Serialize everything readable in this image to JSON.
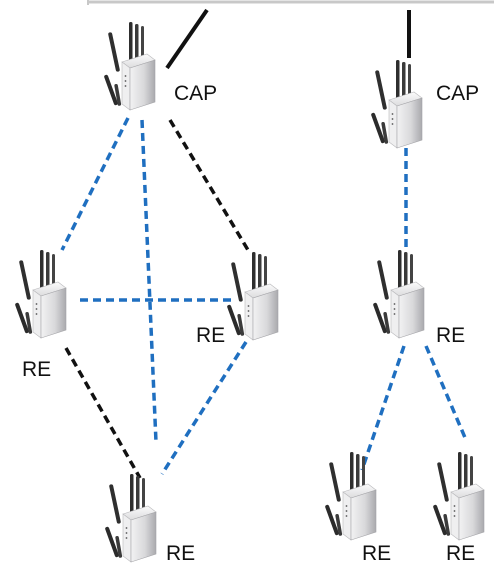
{
  "labels": {
    "left_cap": "CAP",
    "left_re_left": "RE",
    "left_re_right": "RE",
    "left_re_bottom": "RE",
    "right_cap": "CAP",
    "right_re_middle": "RE",
    "right_re_bottom_left": "RE",
    "right_re_bottom_right": "RE"
  },
  "colors": {
    "wired_uplink": "#111111",
    "wired_link": "#111111",
    "wireless_link": "#1f6fc0",
    "device_body": "#d7d7d9",
    "device_shadow": "#9b9b9f",
    "antenna": "#333333",
    "top_bar": "#c8c8c8"
  },
  "icons": {
    "device": "access-point-icon"
  }
}
